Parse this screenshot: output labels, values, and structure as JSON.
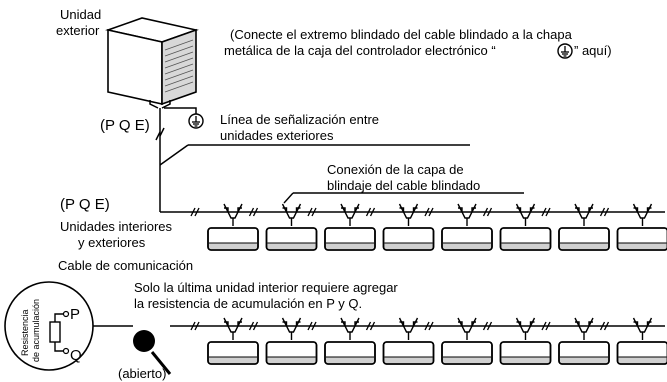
{
  "labels": {
    "outdoor_unit": [
      "Unidad",
      "exterior"
    ],
    "shield_note": [
      "(Conecte el extremo blindado del cable blindado a la chapa",
      "metálica de la caja del controlador electrónico “",
      "” aquí)"
    ],
    "pqe_top": "(P Q E)",
    "signal_line": [
      "Línea de señalización entre",
      "unidades exteriores"
    ],
    "shield_layer": [
      "Conexión de la capa de",
      "blindaje del cable blindado"
    ],
    "pqe_bottom": "(P Q E)",
    "comm_cable": [
      "Unidades interiores",
      "y exteriores",
      "Cable de comunicación"
    ],
    "last_unit_note": [
      "Solo la última unidad interior requiere agregar",
      "la resistencia de acumulación en P y Q."
    ],
    "resistor_label": [
      "Resistencia",
      "de acumulación"
    ],
    "terminal_p": "P",
    "terminal_q": "Q",
    "open_label": "(abierto)"
  },
  "colors": {
    "line": "#000000",
    "unit_fill": "#ffffff",
    "unit_shadow": "#666666"
  }
}
